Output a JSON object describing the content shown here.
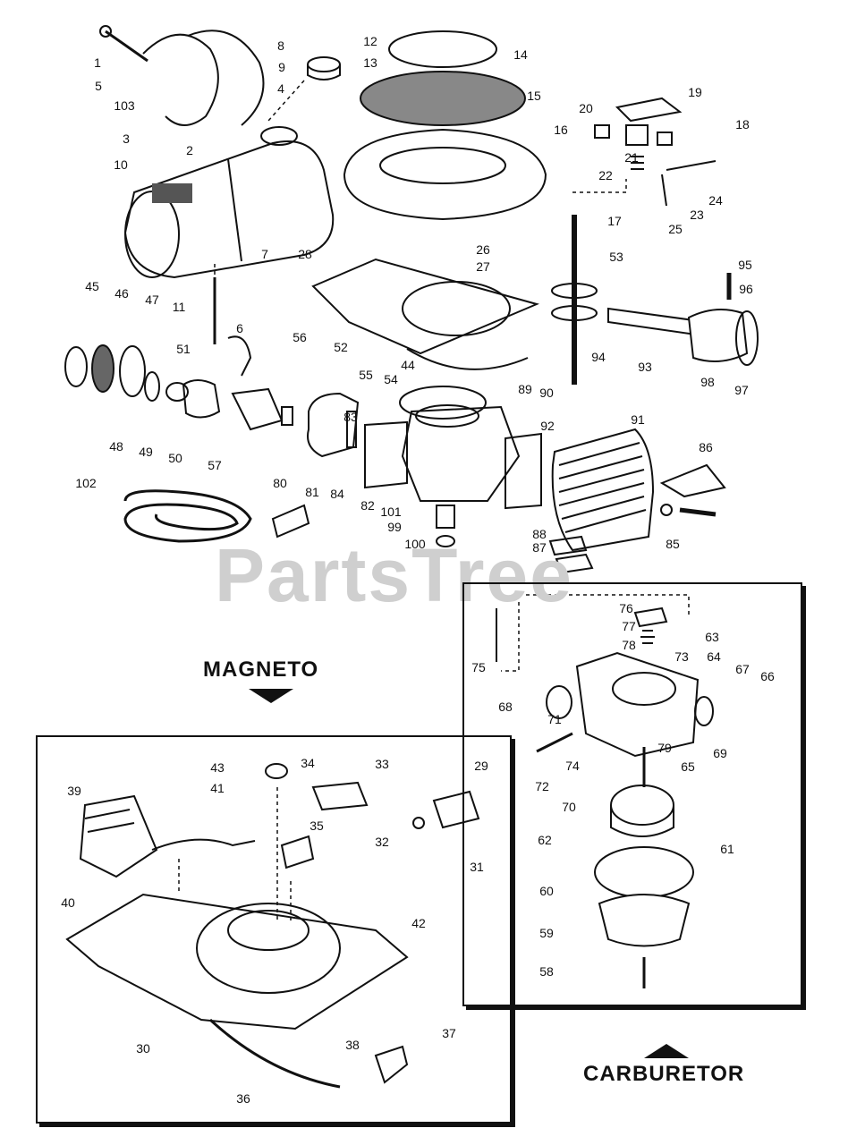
{
  "watermark": "PartsTree",
  "sections": {
    "magneto": "MAGNETO",
    "carburetor": "CARBURETOR"
  },
  "part_labels": [
    "1",
    "2",
    "3",
    "4",
    "5",
    "6",
    "7",
    "8",
    "9",
    "10",
    "11",
    "12",
    "13",
    "14",
    "15",
    "16",
    "17",
    "18",
    "19",
    "20",
    "21",
    "22",
    "23",
    "24",
    "25",
    "26",
    "27",
    "28",
    "29",
    "30",
    "31",
    "32",
    "33",
    "34",
    "35",
    "36",
    "37",
    "38",
    "39",
    "40",
    "41",
    "42",
    "43",
    "44",
    "45",
    "46",
    "47",
    "48",
    "49",
    "50",
    "51",
    "52",
    "53",
    "54",
    "55",
    "56",
    "57",
    "58",
    "59",
    "60",
    "61",
    "62",
    "63",
    "64",
    "65",
    "66",
    "67",
    "68",
    "69",
    "70",
    "71",
    "72",
    "73",
    "74",
    "75",
    "76",
    "77",
    "78",
    "79",
    "80",
    "81",
    "82",
    "83",
    "84",
    "85",
    "86",
    "87",
    "88",
    "89",
    "90",
    "91",
    "92",
    "93",
    "94",
    "95",
    "96",
    "97",
    "98",
    "99",
    "100",
    "101",
    "102",
    "103"
  ]
}
